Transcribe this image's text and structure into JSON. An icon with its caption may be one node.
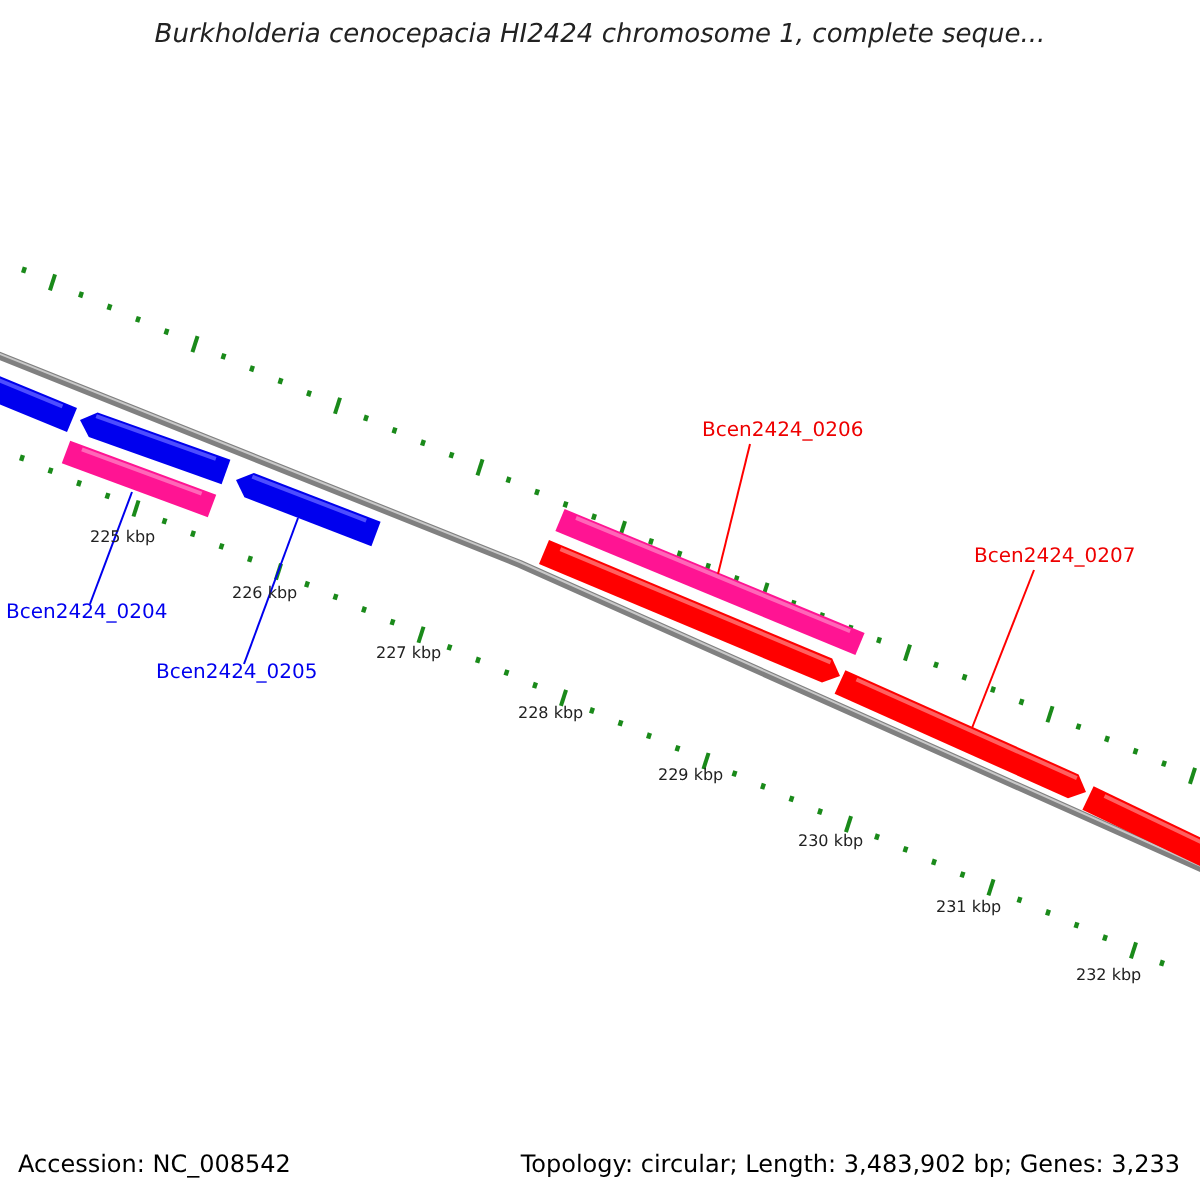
{
  "diagram": {
    "title": "Burkholderia cenocepacia HI2424 chromosome 1, complete seque...",
    "nodes": [
      {
        "text": [
          "Bcen2424_0204"
        ]
      },
      {
        "text": [
          "Bcen2424_0205"
        ]
      },
      {
        "text": [
          "Bcen2424_0206"
        ]
      },
      {
        "text": [
          "Bcen2424_0207"
        ]
      },
      {
        "text": [],
        "shape": "bar"
      },
      {
        "text": [],
        "shape": "bar"
      },
      {
        "text": [],
        "shape": "bar"
      },
      {
        "text": [],
        "shape": "bar"
      }
    ],
    "edges": [
      {
        "from": 0,
        "to": 4,
        "arrow": "none"
      },
      {
        "from": 1,
        "to": 5,
        "arrow": "none"
      },
      {
        "from": 2,
        "to": 6,
        "arrow": "none",
        "color": "#ff0000"
      },
      {
        "from": 3,
        "to": 7,
        "arrow": "none",
        "color": "#ff0000"
      }
    ],
    "labels": [
      "225 kbp",
      "226 kbp",
      "227 kbp",
      "228 kbp",
      "229 kbp",
      "230 kbp",
      "231 kbp",
      "232 kbp",
      "Accession: NC_008542",
      "Topology: circular; Length: 3,483,902 bp; Genes: 3,233"
    ]
  }
}
